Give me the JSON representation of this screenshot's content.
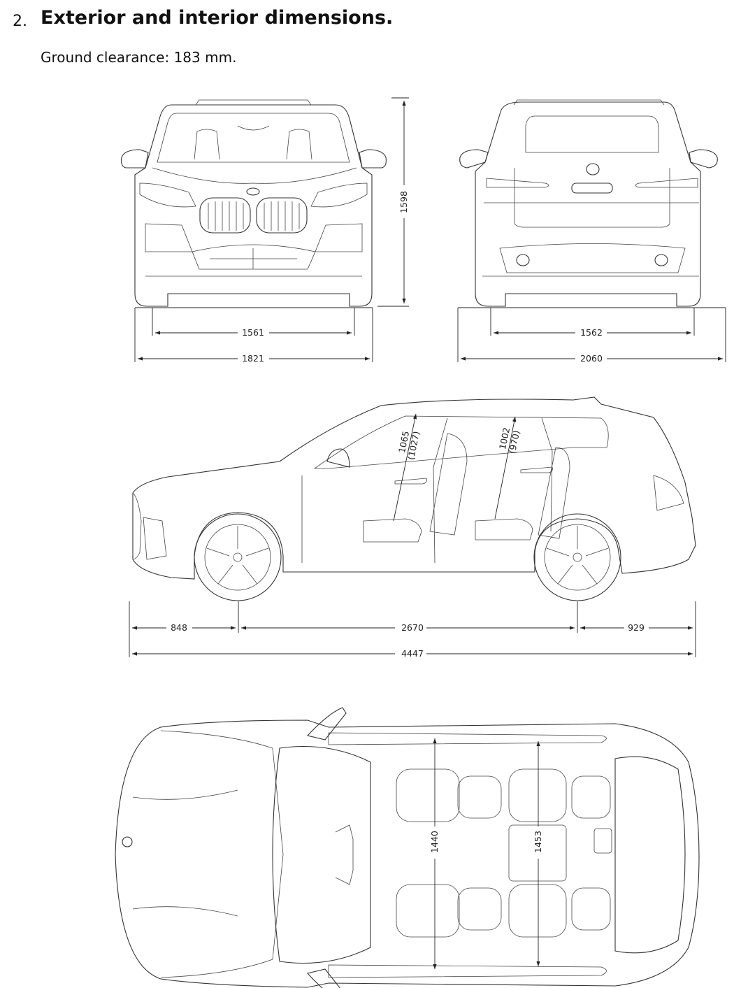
{
  "heading": {
    "number": "2.",
    "title": "Exterior and interior dimensions."
  },
  "subtitle": "Ground clearance: 183 mm.",
  "dimensions": {
    "front_track": "1561",
    "front_width": "1821",
    "height": "1598",
    "rear_track": "1562",
    "width_mirrors": "2060",
    "front_overhang": "848",
    "wheelbase": "2670",
    "rear_overhang": "929",
    "length": "4447",
    "front_headroom": "1065",
    "front_headroom_alt": "(1027)",
    "rear_headroom": "1002",
    "rear_headroom_alt": "(970)",
    "front_shoulder": "1440",
    "rear_shoulder": "1453"
  }
}
